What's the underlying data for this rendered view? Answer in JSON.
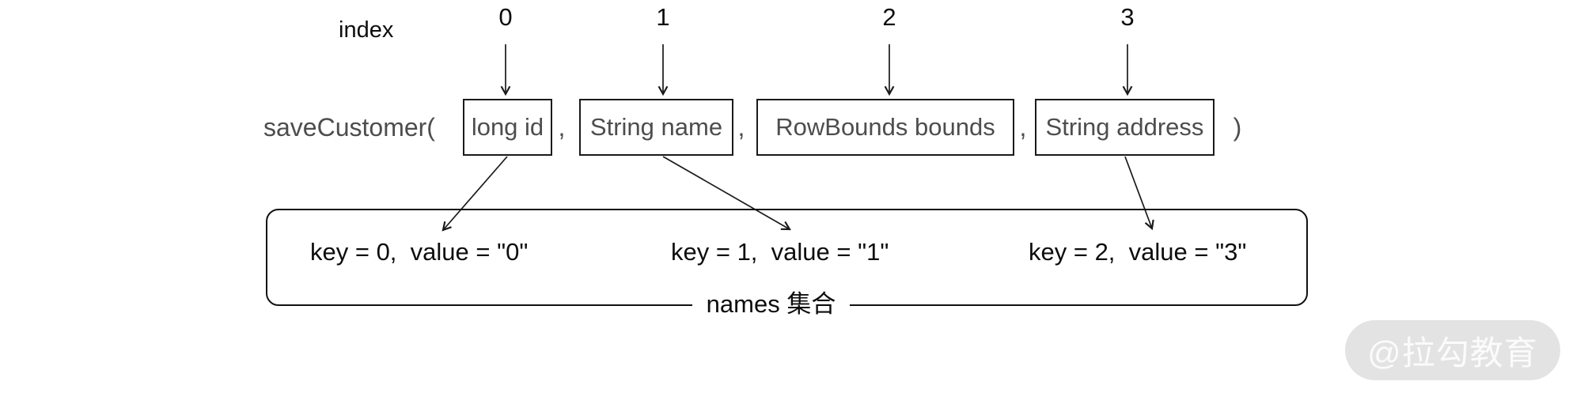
{
  "diagram": {
    "index_label": "index",
    "indices": [
      {
        "label": "0"
      },
      {
        "label": "1"
      },
      {
        "label": "2"
      },
      {
        "label": "3"
      }
    ],
    "method": {
      "name_prefix": "saveCustomer(",
      "params": [
        {
          "label": "long id"
        },
        {
          "label": "String name"
        },
        {
          "label": "RowBounds bounds"
        },
        {
          "label": "String address"
        }
      ],
      "comma": ",",
      "close_paren": ")"
    },
    "names_map": {
      "entries": [
        {
          "text": "key = 0,  value = \"0\""
        },
        {
          "text": "key = 1,  value = \"1\""
        },
        {
          "text": "key = 2,  value = \"3\""
        }
      ],
      "label": "names 集合"
    },
    "watermark": "@拉勾教育"
  },
  "colors": {
    "line": "#1a1a1a",
    "method_text": "#4d4d4d",
    "text": "#0d0d0d",
    "watermark_bg": "#e3e3e3",
    "watermark_text": "#fbfbfb"
  }
}
